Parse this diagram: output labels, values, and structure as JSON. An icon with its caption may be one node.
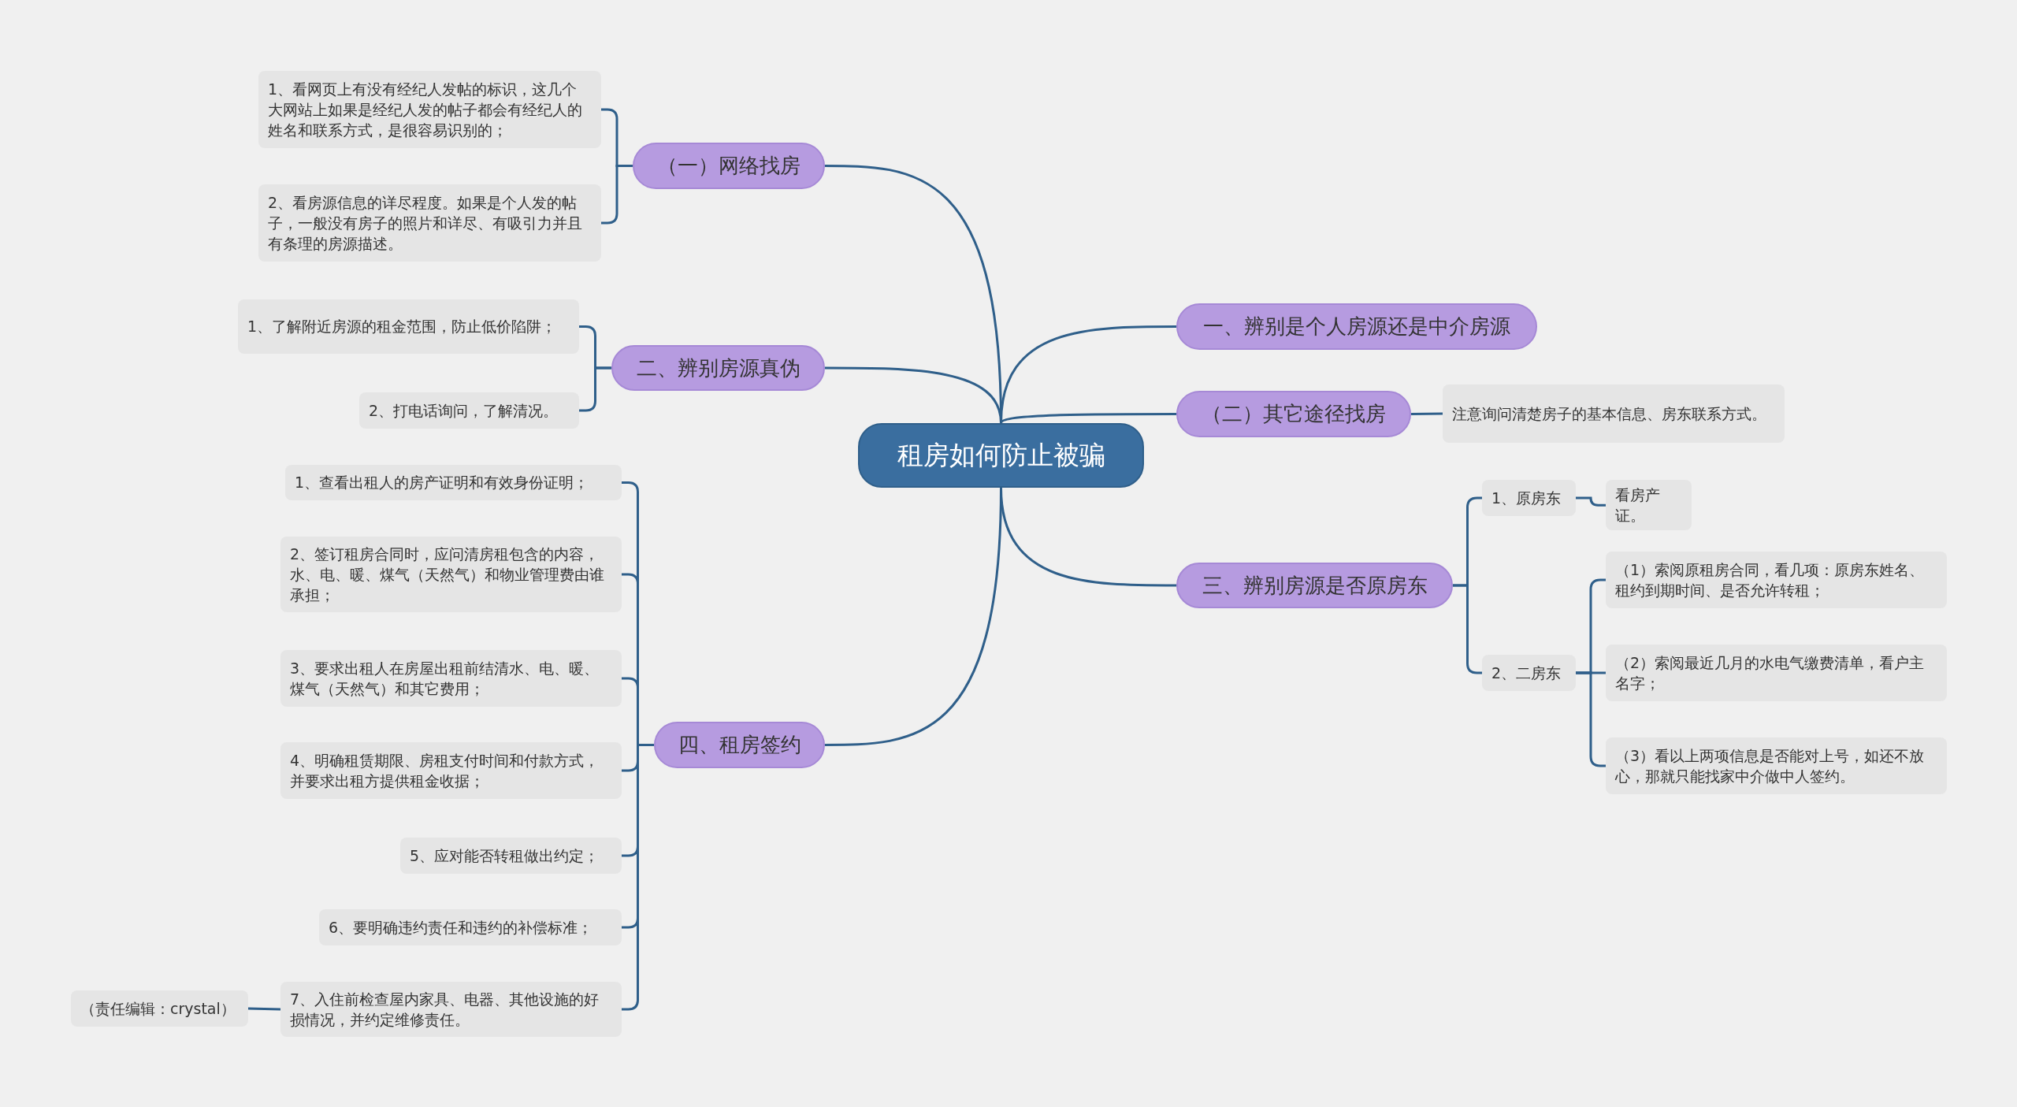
{
  "diagram": {
    "nodes": [
      {
        "text": [
          "租房如何防止被骗"
        ]
      },
      {
        "text": [
          "（一）网络找房"
        ]
      },
      {
        "text": [
          "1、看网页上有没有经纪人发帖的标识，这几个大网站上如果是经纪人发的帖子都会有经纪人的姓名和联系方式，是很容易识别的；"
        ]
      },
      {
        "text": [
          "2、看房源信息的详尽程度。如果是个人发的帖子，一般没有房子的照片和详尽、有吸引力并且有条理的房源描述。"
        ]
      },
      {
        "text": [
          "二、辨别房源真伪"
        ]
      },
      {
        "text": [
          "1、了解附近房源的租金范围，防止低价陷阱；"
        ]
      },
      {
        "text": [
          "2、打电话询问，了解清况。"
        ]
      },
      {
        "text": [
          "四、租房签约"
        ]
      },
      {
        "text": [
          "1、查看出租人的房产证明和有效身份证明；"
        ]
      },
      {
        "text": [
          "2、签订租房合同时，应问清房租包含的内容，水、电、暖、煤气（天然气）和物业管理费由谁承担；"
        ]
      },
      {
        "text": [
          "3、要求出租人在房屋出租前结清水、电、暖、煤气（天然气）和其它费用；"
        ]
      },
      {
        "text": [
          "4、明确租赁期限、房租支付时间和付款方式，并要求出租方提供租金收据；"
        ]
      },
      {
        "text": [
          "5、应对能否转租做出约定；"
        ]
      },
      {
        "text": [
          "6、要明确违约责任和违约的补偿标准；"
        ]
      },
      {
        "text": [
          "7、入住前检查屋内家具、电器、其他设施的好损情况，并约定维修责任。"
        ]
      },
      {
        "text": [
          "（责任编辑：crystal）"
        ]
      },
      {
        "text": [
          "一、辨别是个人房源还是中介房源"
        ]
      },
      {
        "text": [
          "（二）其它途径找房"
        ]
      },
      {
        "text": [
          "注意询问清楚房子的基本信息、房东联系方式。"
        ]
      },
      {
        "text": [
          "三、辨别房源是否原房东"
        ]
      },
      {
        "text": [
          "1、原房东"
        ]
      },
      {
        "text": [
          "看房产证。"
        ]
      },
      {
        "text": [
          "2、二房东"
        ]
      },
      {
        "text": [
          "（1）索阅原租房合同，看几项：原房东姓名、租约到期时间、是否允许转租；"
        ]
      },
      {
        "text": [
          "（2）索阅最近几月的水电气缴费清单，看户主名字；"
        ]
      },
      {
        "text": [
          "（3）看以上两项信息是否能对上号，如还不放心，那就只能找家中介做中人签约。"
        ]
      }
    ],
    "edges": [
      {
        "from": 0,
        "to": 1,
        "arrow": "none"
      },
      {
        "from": 1,
        "to": 2,
        "arrow": "none"
      },
      {
        "from": 1,
        "to": 3,
        "arrow": "none"
      },
      {
        "from": 0,
        "to": 4,
        "arrow": "none"
      },
      {
        "from": 4,
        "to": 5,
        "arrow": "none"
      },
      {
        "from": 4,
        "to": 6,
        "arrow": "none"
      },
      {
        "from": 0,
        "to": 7,
        "arrow": "none"
      },
      {
        "from": 7,
        "to": 8,
        "arrow": "none"
      },
      {
        "from": 7,
        "to": 9,
        "arrow": "none"
      },
      {
        "from": 7,
        "to": 10,
        "arrow": "none"
      },
      {
        "from": 7,
        "to": 11,
        "arrow": "none"
      },
      {
        "from": 7,
        "to": 12,
        "arrow": "none"
      },
      {
        "from": 7,
        "to": 13,
        "arrow": "none"
      },
      {
        "from": 7,
        "to": 14,
        "arrow": "none"
      },
      {
        "from": 14,
        "to": 15,
        "arrow": "none"
      },
      {
        "from": 0,
        "to": 16,
        "arrow": "none"
      },
      {
        "from": 0,
        "to": 17,
        "arrow": "none"
      },
      {
        "from": 17,
        "to": 18,
        "arrow": "none"
      },
      {
        "from": 0,
        "to": 19,
        "arrow": "none"
      },
      {
        "from": 19,
        "to": 20,
        "arrow": "none"
      },
      {
        "from": 20,
        "to": 21,
        "arrow": "none"
      },
      {
        "from": 19,
        "to": 22,
        "arrow": "none"
      },
      {
        "from": 22,
        "to": 23,
        "arrow": "none"
      },
      {
        "from": 22,
        "to": 24,
        "arrow": "none"
      },
      {
        "from": 22,
        "to": 25,
        "arrow": "none"
      }
    ]
  }
}
